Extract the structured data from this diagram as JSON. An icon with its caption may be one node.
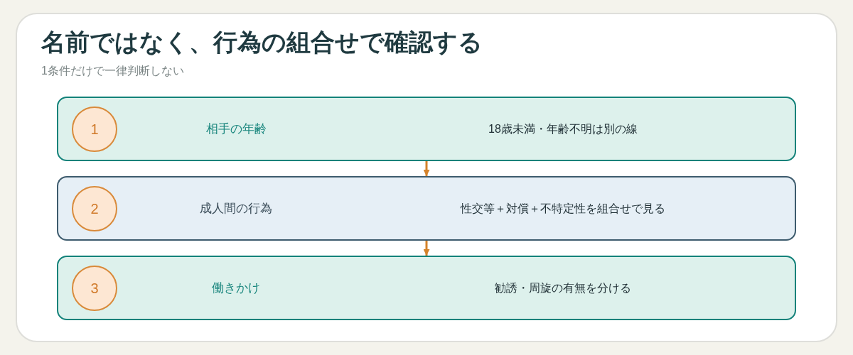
{
  "diagram": {
    "title": "名前ではなく、行為の組合せで確認する",
    "nodes": [
      {
        "text": [
          "相手の年齢",
          "18歳未満・年齢不明は別の線"
        ]
      },
      {
        "text": [
          "1"
        ],
        "in": 0
      },
      {
        "text": [
          "成人間の行為",
          "性交等＋対償＋不特定性を組合せで見る"
        ]
      },
      {
        "text": [
          "2"
        ],
        "in": 2
      },
      {
        "text": [
          "働きかけ",
          "勧誘・周旋の有無を分ける"
        ]
      },
      {
        "text": [
          "3"
        ],
        "in": 4
      }
    ],
    "edges": [
      {
        "from": 0,
        "to": 2,
        "arrow": "to"
      },
      {
        "from": 2,
        "to": 4,
        "arrow": "to"
      }
    ],
    "labels": [
      "1条件だけで一律判断しない"
    ]
  }
}
